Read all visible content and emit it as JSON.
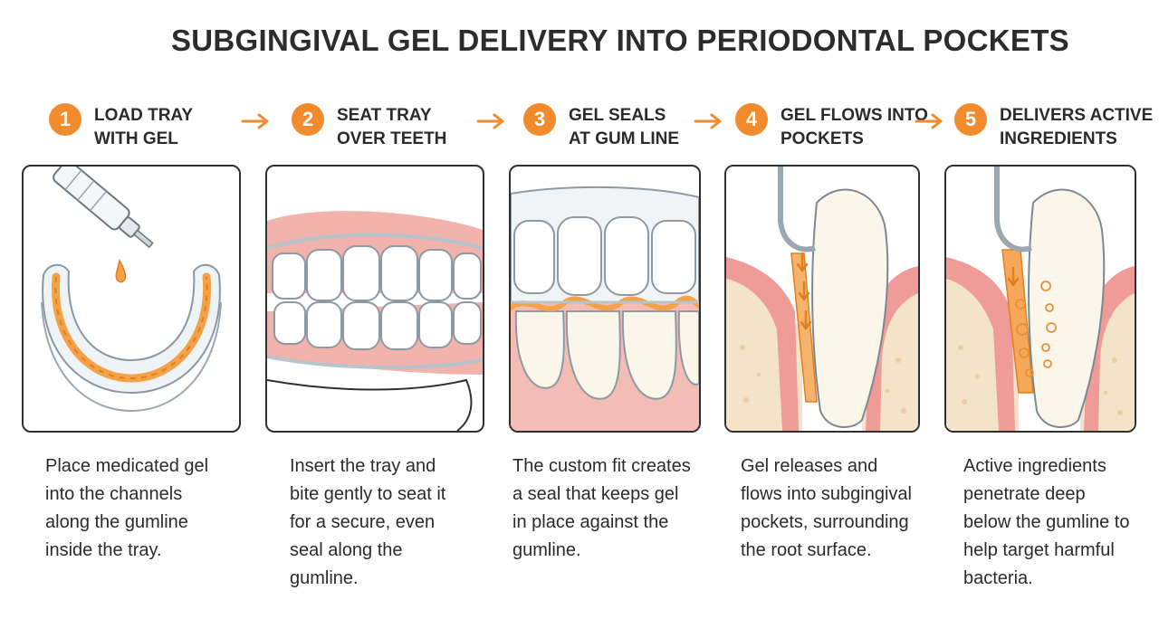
{
  "title": "SUBGINGIVAL GEL DELIVERY INTO PERIODONTAL POCKETS",
  "colors": {
    "accent": "#f28a2e",
    "gel": "#f3a24a",
    "gum": "#f0a9a3",
    "bone": "#f3e3c8",
    "tooth": "#fbf6ea"
  },
  "steps": [
    {
      "number": "1",
      "label": "LOAD TRAY\nWITH GEL",
      "description": "Place medicated gel\ninto the channels\nalong the gumline\ninside the tray.",
      "illustration": "syringe-tray"
    },
    {
      "number": "2",
      "label": "SEAT TRAY\nOVER TEETH",
      "description": "Insert the tray and\nbite gently to seat it\nfor a secure, even\nseal along the\ngumline.",
      "illustration": "tray-on-teeth"
    },
    {
      "number": "3",
      "label": "GEL SEALS\nAT GUM LINE",
      "description": "The custom fit creates\na seal that keeps gel\nin place against the\ngumline.",
      "illustration": "gum-seal"
    },
    {
      "number": "4",
      "label": "GEL FLOWS INTO\nPOCKETS",
      "description": "Gel releases and\nflows into subgingival\npockets, surrounding\nthe root surface.",
      "illustration": "gel-pocket"
    },
    {
      "number": "5",
      "label": "DELIVERS ACTIVE\nINGREDIENTS",
      "description": "Active ingredients\npenetrate deep\nbelow the gumline to\nhelp target harmful\nbacteria.",
      "illustration": "active-release"
    }
  ]
}
